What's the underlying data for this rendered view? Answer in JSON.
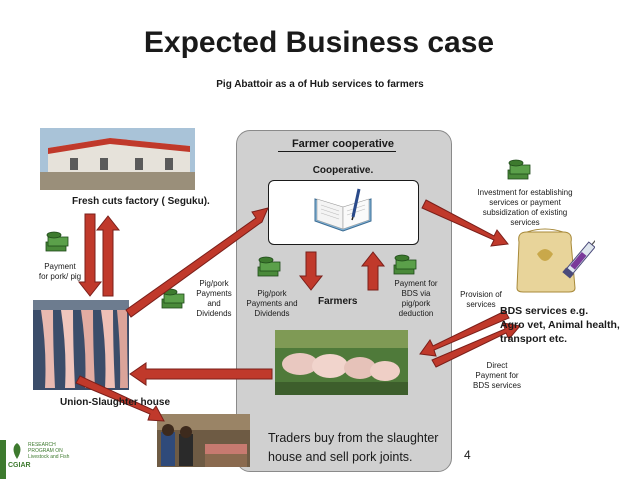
{
  "title": "Expected Business case",
  "subtitle": "Pig Abattoir as a of Hub services to farmers",
  "cooperative": {
    "heading": "Farmer cooperative",
    "subheading": "Cooperative.",
    "farmers_label": "Farmers",
    "pig_payments_dividends": "Pig/pork\nPayments and\nDividends",
    "bds_payment": "Payment for\nBDS via\npig/pork\ndeduction"
  },
  "factory_label": "Fresh cuts factory ( Seguku).",
  "payment_pork": "Payment\nfor pork/ pig",
  "slaughter_label": "Union-Slaughter house",
  "pig_payments_left": "Pig/pork\nPayments\nand\nDividends",
  "investment_text": "Investment for establishing\nservices or payment\nsubsidization of existing\nservices",
  "provision_text": "Provision of\nservices",
  "bds_title": "BDS services e.g.\nAgro vet, Animal health,\ntransport etc.",
  "direct_payment": "Direct\nPayment for\nBDS services",
  "traders_text": "Traders buy from the slaughter\nhouse and sell pork joints.",
  "page_number": "4",
  "logo_text": "RESEARCH PROGRAM ON Livestock and Fish",
  "logo_brand": "CGIAR",
  "colors": {
    "arrow_fill": "#c0392b",
    "arrow_stroke": "#7a1f1a",
    "coop_bg": "#d0d0d0",
    "money_green": "#4a8a3a"
  }
}
